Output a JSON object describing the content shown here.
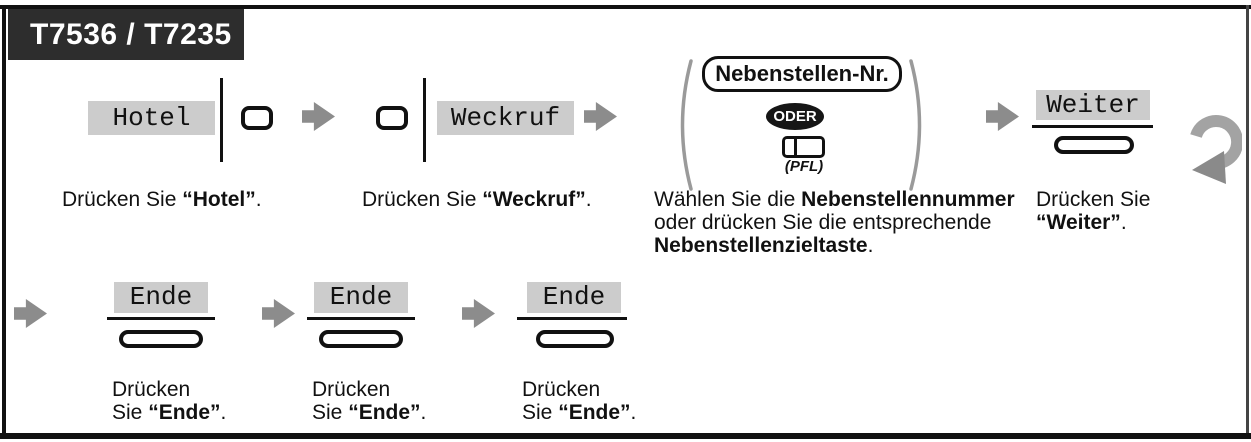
{
  "tab": {
    "label": "T7536 / T7235"
  },
  "colors": {
    "label_bg": "#cccccc",
    "tab_bg": "#2d2d2d",
    "arrow_gray": "#8c8c8c",
    "oval_bg": "#161616",
    "paren_gray": "#9a9a9a"
  },
  "row1": {
    "hotel": {
      "label": "Hotel",
      "cap_pre": "Drücken Sie ",
      "cap_bold": "“Hotel”",
      "cap_post": "."
    },
    "weckruf": {
      "label": "Weckruf",
      "cap_pre": "Drücken Sie ",
      "cap_bold": "“Weckruf”",
      "cap_post": "."
    },
    "extension": {
      "box_label": "Nebenstellen-Nr.",
      "or_label": "ODER",
      "pfl_label": "(PFL)",
      "cap_l1_pre": "Wählen Sie die ",
      "cap_l1_bold": "Nebenstellennummer",
      "cap_l2": "oder drücken Sie die entsprechende",
      "cap_l3_bold": "Nebenstellenzieltaste",
      "cap_l3_post": "."
    },
    "weiter": {
      "label": "Weiter",
      "cap_l1": "Drücken Sie",
      "cap_bold": "“Weiter”",
      "cap_post": "."
    }
  },
  "row2": {
    "ende1": {
      "label": "Ende",
      "cap_l1": "Drücken",
      "cap_pre": "Sie ",
      "cap_bold": "“Ende”",
      "cap_post": "."
    },
    "ende2": {
      "label": "Ende",
      "cap_l1": "Drücken",
      "cap_pre": "Sie ",
      "cap_bold": "“Ende”",
      "cap_post": "."
    },
    "ende3": {
      "label": "Ende",
      "cap_l1": "Drücken",
      "cap_pre": "Sie ",
      "cap_bold": "“Ende”",
      "cap_post": "."
    }
  }
}
